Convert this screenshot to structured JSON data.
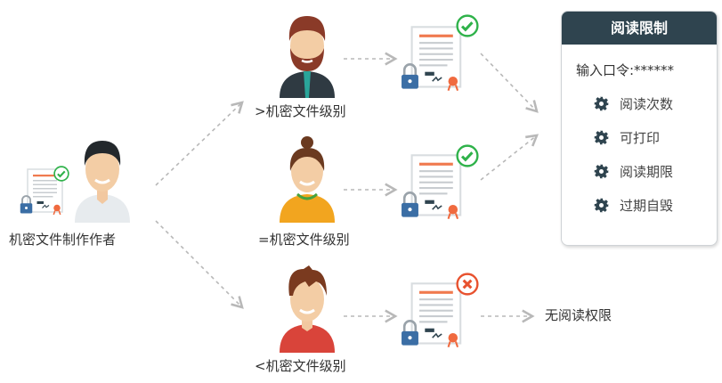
{
  "author": {
    "label": "机密文件制作作者"
  },
  "readers": [
    {
      "label": ">机密文件级别",
      "status": "check"
    },
    {
      "label": "=机密文件级别",
      "status": "check"
    },
    {
      "label": "<机密文件级别",
      "status": "cross"
    }
  ],
  "no_access_label": "无阅读权限",
  "panel": {
    "title": "阅读限制",
    "password_line": "输入口令:******",
    "items": [
      "阅读次数",
      "可打印",
      "阅读期限",
      "过期自毁"
    ]
  },
  "colors": {
    "panel_header": "#2f444f",
    "check": "#2fb24a",
    "cross": "#e8522f",
    "arrow": "#b8b8b8"
  }
}
